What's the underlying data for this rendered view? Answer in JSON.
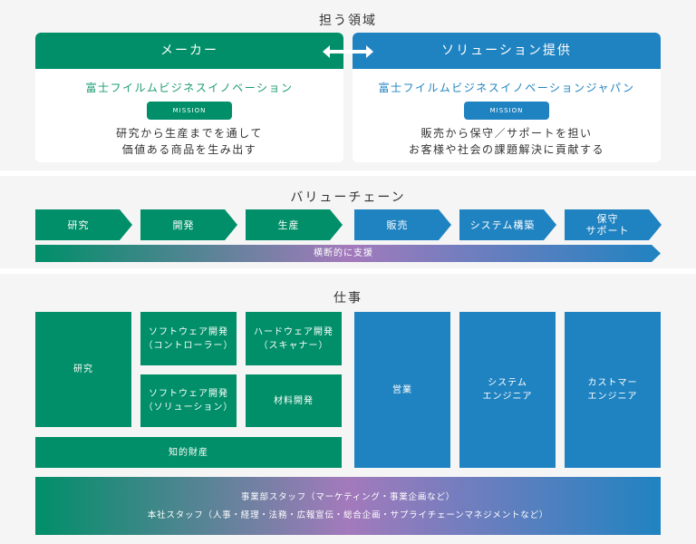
{
  "domains": {
    "title": "担う領域",
    "maker": {
      "heading": "メーカー",
      "company": "富士フイルムビジネスイノベーション",
      "badge": "MISSION",
      "desc_line1": "研究から生産までを通して",
      "desc_line2": "価値ある商品を生み出す"
    },
    "solution": {
      "heading": "ソリューション提供",
      "company": "富士フイルムビジネスイノベーションジャパン",
      "badge": "MISSION",
      "desc_line1": "販売から保守／サポートを担い",
      "desc_line2": "お客様や社会の課題解決に貢献する"
    },
    "swap_icon": "double-arrow-left-right"
  },
  "value_chain": {
    "title": "バリューチェーン",
    "steps": [
      {
        "label": "研究",
        "group": "maker"
      },
      {
        "label": "開発",
        "group": "maker"
      },
      {
        "label": "生産",
        "group": "maker"
      },
      {
        "label": "販売",
        "group": "solution"
      },
      {
        "label": "システム構築",
        "group": "solution"
      },
      {
        "label": "保守\nサポート",
        "group": "solution"
      }
    ],
    "support_label": "横断的に支援"
  },
  "jobs": {
    "title": "仕事",
    "maker": [
      {
        "label": "研究"
      },
      {
        "label": "ソフトウェア開発\n（コントローラー）"
      },
      {
        "label": "ハードウェア開発\n（スキャナー）"
      },
      {
        "label": "ソフトウェア開発\n（ソリューション）"
      },
      {
        "label": "材料開発"
      },
      {
        "label": "知的財産"
      }
    ],
    "solution": [
      {
        "label": "営業"
      },
      {
        "label": "システム\nエンジニア"
      },
      {
        "label": "カストマー\nエンジニア"
      }
    ],
    "staff_line1": "事業部スタッフ（マーケティング・事業企画など）",
    "staff_line2": "本社スタッフ（人事・経理・法務・広報宣伝・総合企画・サプライチェーンマネジメントなど）"
  },
  "colors": {
    "maker_green": "#008f68",
    "solution_blue": "#2083c1",
    "gradient_mid": "#a37abc",
    "background": "#f5f5f5"
  }
}
